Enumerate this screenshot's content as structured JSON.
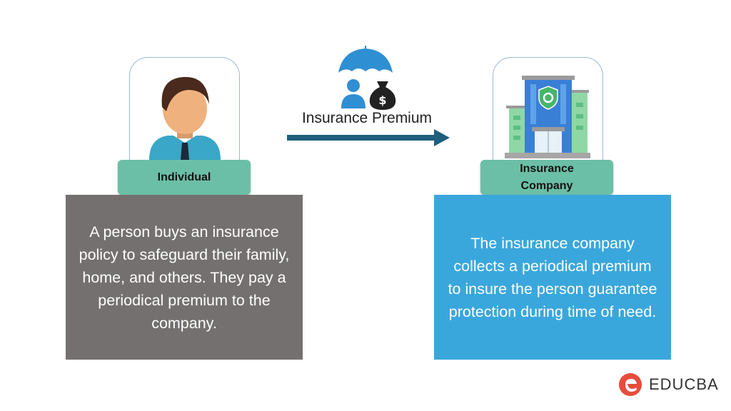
{
  "flow": {
    "label": "Insurance Premium"
  },
  "individual": {
    "label": "Individual",
    "description": "A person buys an insurance policy to safeguard their family, home, and others. They pay a periodical premium to the company."
  },
  "company": {
    "label": "Insurance Company",
    "description": "The insurance company collects a periodical premium to insure the person guarantee protection during time of need."
  },
  "brand": {
    "name": "EDUCBA"
  },
  "colors": {
    "tag": "#6bbfa6",
    "individual_box": "#757070",
    "company_box": "#3aa7dc",
    "arrow": "#1f5f7d",
    "logo": "#e74c3c"
  }
}
